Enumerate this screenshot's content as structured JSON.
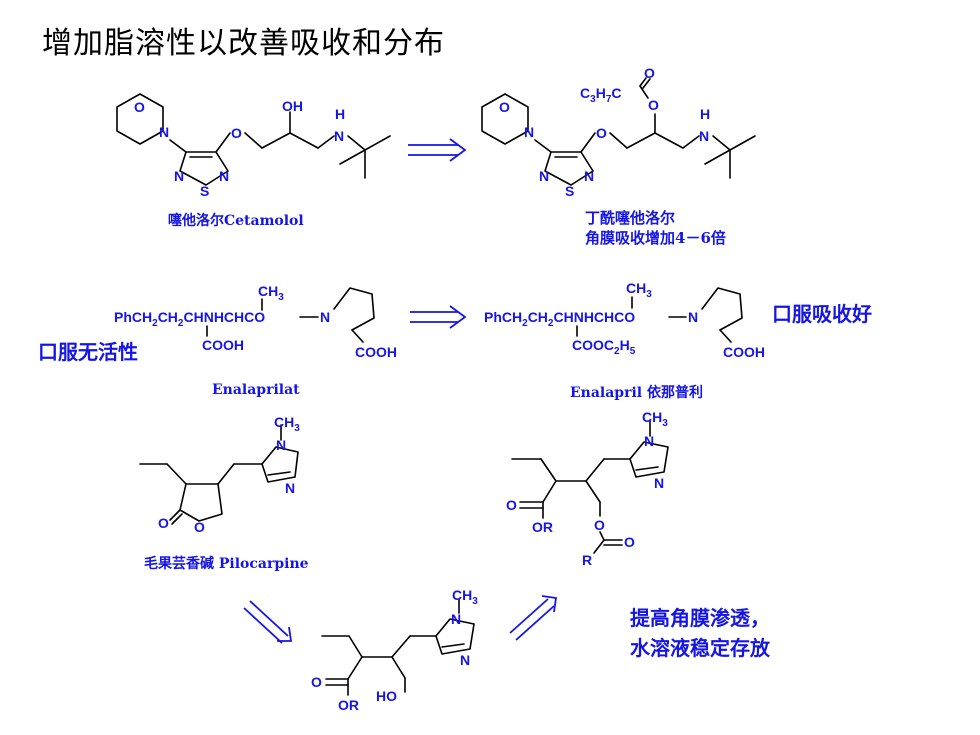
{
  "title": "增加脂溶性以改善吸收和分布",
  "cetamolol": {
    "name": "噻他洛尔Cetamolol",
    "atoms": {
      "o_ring": "O",
      "n_ring": "N",
      "o_ether": "O",
      "oh": "OH",
      "h": "H",
      "n_amine": "N",
      "n_thiad_left": "N",
      "n_thiad_right": "N",
      "s": "S"
    }
  },
  "butyryl": {
    "name_line1": "丁酰噻他洛尔",
    "name_line2": "角膜吸收增加4－6倍",
    "ester_group": "C3H7C",
    "atoms": {
      "o_ring": "O",
      "n_ring": "N",
      "o_ether": "O",
      "o_carbonyl": "O",
      "o_ester": "O",
      "h": "H",
      "n_amine": "N",
      "n_thiad_left": "N",
      "n_thiad_right": "N",
      "s": "S"
    }
  },
  "enalaprilat": {
    "name": "Enalaprilat",
    "formula": "PhCH2CH2CHNHCHCO",
    "ch3": "CH3",
    "cooh1": "COOH",
    "n": "N",
    "cooh2": "COOH",
    "note": "口服无活性"
  },
  "enalapril": {
    "name": "Enalapril 依那普利",
    "formula": "PhCH2CH2CHNHCHCO",
    "ch3": "CH3",
    "cooet": "COOC2H5",
    "n": "N",
    "cooh": "COOH",
    "note": "口服吸收好"
  },
  "pilocarpine": {
    "name": "毛果芸香碱 Pilocarpine",
    "atoms": {
      "ch3": "CH3",
      "n1": "N",
      "n3": "N",
      "o_carbonyl": "O",
      "o_ring": "O"
    }
  },
  "prodrug_diester": {
    "atoms": {
      "ch3": "CH3",
      "n1": "N",
      "n3": "N",
      "o_carbonyl": "O",
      "or": "OR",
      "o_link": "O",
      "o_carbonyl2": "O",
      "r": "R"
    }
  },
  "hydroxy_acid": {
    "atoms": {
      "ch3": "CH3",
      "n1": "N",
      "n3": "N",
      "o_carbonyl": "O",
      "or": "OR",
      "ho": "HO"
    }
  },
  "note_pilocarpine": {
    "line1": "提高角膜渗透，",
    "line2": "水溶液稳定存放"
  },
  "colors": {
    "structure": "#1515e6",
    "title": "#000000",
    "bond": "#000000"
  }
}
